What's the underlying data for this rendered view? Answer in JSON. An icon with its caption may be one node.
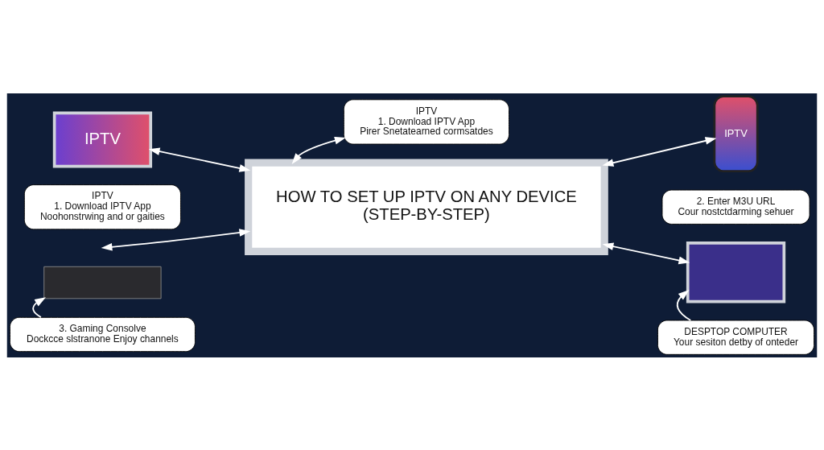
{
  "diagram": {
    "nodes": [
      {
        "text": [
          "IPTV"
        ]
      },
      {
        "text": [
          "IPTV",
          "1. Download IPTV App",
          "Pirer Snetatearned cormsatdes"
        ]
      },
      {
        "text": [
          "IPTV"
        ]
      },
      {
        "text": [
          "IPTV",
          "1. Download IPTV App",
          "Noohonstrwing and or gaities"
        ]
      },
      {
        "text": [
          "HOW TO SET UP IPTV ON ANY DEVICE",
          "(STEP-BY-STEP)"
        ]
      },
      {
        "text": [
          "2. Enter M3U URL",
          "Cour nostctdarming sehuer"
        ]
      },
      {
        "text": [],
        "shape": "box"
      },
      {
        "text": [],
        "shape": "box"
      },
      {
        "text": [
          "3. Gaming Consolve",
          "Dockcce slstranone Enjoy channels"
        ]
      },
      {
        "text": [
          "DESPTOP COMPUTER",
          "Your sesiton detby of onteder"
        ]
      }
    ],
    "edges": [
      {
        "from": 0,
        "to": 4,
        "arrow": "both"
      },
      {
        "from": 1,
        "to": 4,
        "arrow": "both"
      },
      {
        "from": 2,
        "to": 4,
        "arrow": "both"
      },
      {
        "from": null,
        "to": 4,
        "arrow": "both"
      },
      {
        "from": 4,
        "to": 7,
        "arrow": "both"
      },
      {
        "from": 8,
        "to": 6,
        "arrow": "to"
      },
      {
        "from": 9,
        "to": 7,
        "arrow": "to"
      }
    ]
  }
}
